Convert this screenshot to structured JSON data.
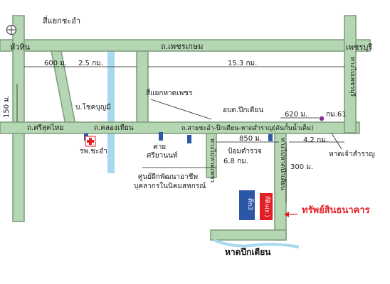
{
  "colors": {
    "road_fill": "#b5d6b2",
    "road_stroke": "#7c9b7a",
    "water": "#a9d9ee",
    "building": "#2b57a7",
    "target": "#e41e25",
    "label_text": "#1a1a1a",
    "poi_dot": "#8b2b8f"
  },
  "roads": {
    "petchkasem": "ถ.เพชรเกษม",
    "srisukthai": "ถ.ศรีสุคไทย",
    "khlongthian": "ถ.คลองเทียน",
    "sai_chaam": "ถ.สายชะอำ-ปึกเตียน-หาดสำราญ(คันกั้นน้ำเค็ม)",
    "to_beach_petch": "ทางไปหาดเพชร",
    "to_beach_puektian": "ทางไปหาดปึกเตียน",
    "right_vertical": "ทางไปเพชรบุรี"
  },
  "places": {
    "sayaek_chaam": "สี่แยกชะอำ",
    "hua_hin": "หัวหิน",
    "phetchaburi": "เพชรบุรี",
    "bo_chotibun": "บ.โชคบุญมี",
    "hospital": "รพ.ชะอำ",
    "sayaek_hadpetch": "สี่แยกหาดเพชร",
    "ao_bo_to": "อบต.ปึกเตียน",
    "km61": "กม.61",
    "camp": "ค่าย",
    "camp2": "ศรียานนท์",
    "training_center": "ศูนย์ฝึกพัฒนาอาชีพ",
    "training_center2": "บุคลากรในนิคมสหกรณ์",
    "police": "ป้อมตำรวจ",
    "had_chaosamran": "หาดเจ้าสำราญ",
    "had_puektian": "หาดปึกเตียน",
    "target": "ทรัพย์สินธนาคาร",
    "building_label": "ตึก3",
    "target_building_label": "ที่ดิน(ธ.)"
  },
  "distances": {
    "d600": "600 ม.",
    "d2_5": "2.5 กม.",
    "d15_3": "15.3 กม.",
    "d150": "150 ม.",
    "d620": "620 ม.",
    "d850": "850 ม.",
    "d4_2": "4.2 กม.",
    "d6_8": "6.8 กม.",
    "d300": "300 ม."
  }
}
